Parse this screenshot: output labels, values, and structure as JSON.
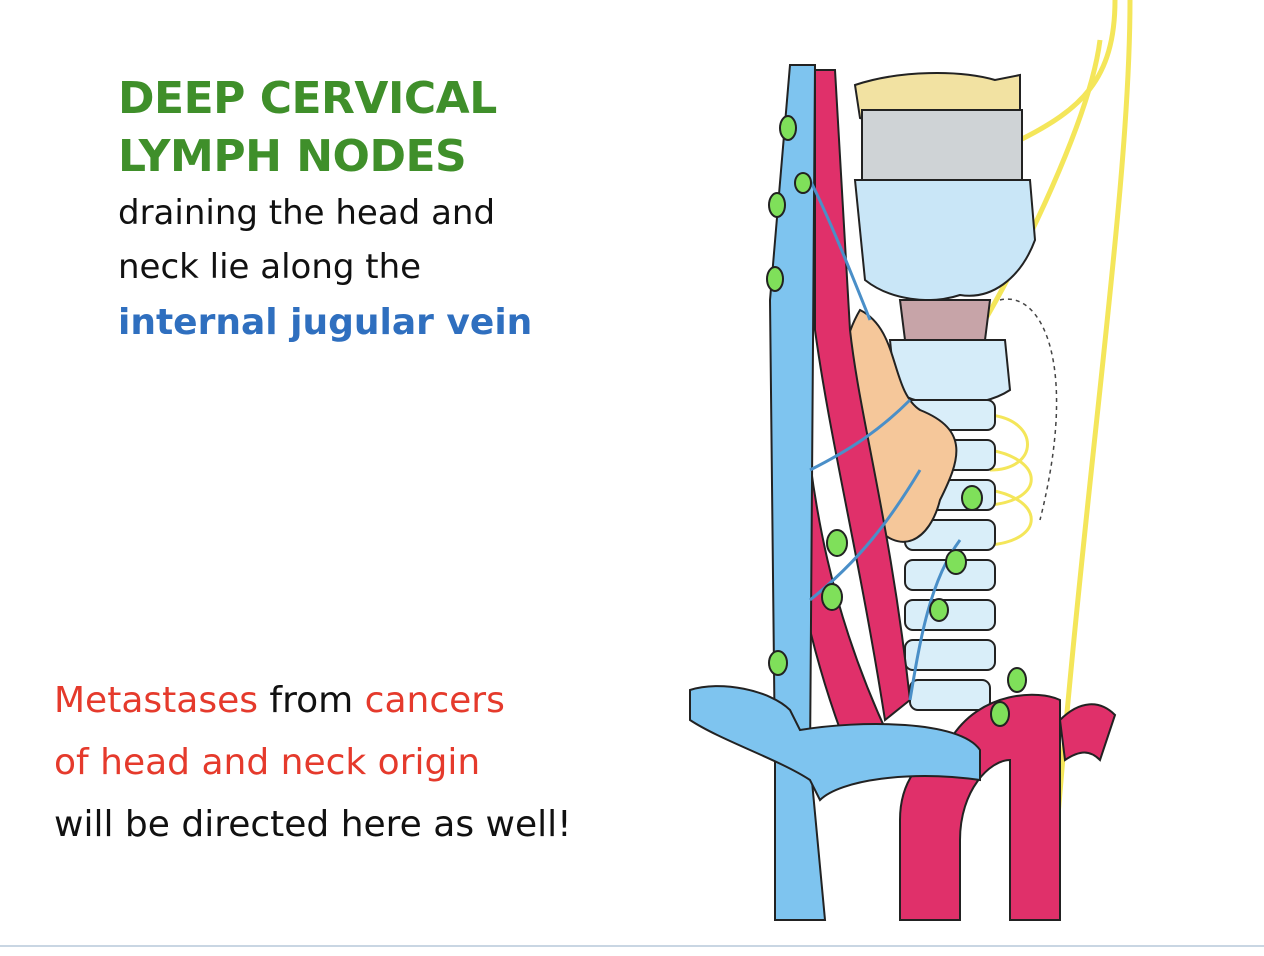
{
  "title": {
    "line1": "DEEP CERVICAL",
    "line2": "LYMPH NODES"
  },
  "description": {
    "line1": "draining the head and",
    "line2": "neck lie along the",
    "highlight": "internal jugular vein"
  },
  "note": {
    "l1_a": "Metastases",
    "l1_b": " from ",
    "l1_c": "cancers",
    "l2": "of head and neck origin",
    "l3": "will be directed here as well!"
  },
  "colors": {
    "title": "#3f8f2a",
    "highlight": "#2f6fbf",
    "emphasis": "#e53a2c",
    "vein": "#7ec4ef",
    "artery": "#e0306a",
    "node": "#7fe05a",
    "nerve": "#f4e65a",
    "thyroid": "#f5c79a"
  },
  "illustration": {
    "name": "neck-anatomy-illustration"
  }
}
